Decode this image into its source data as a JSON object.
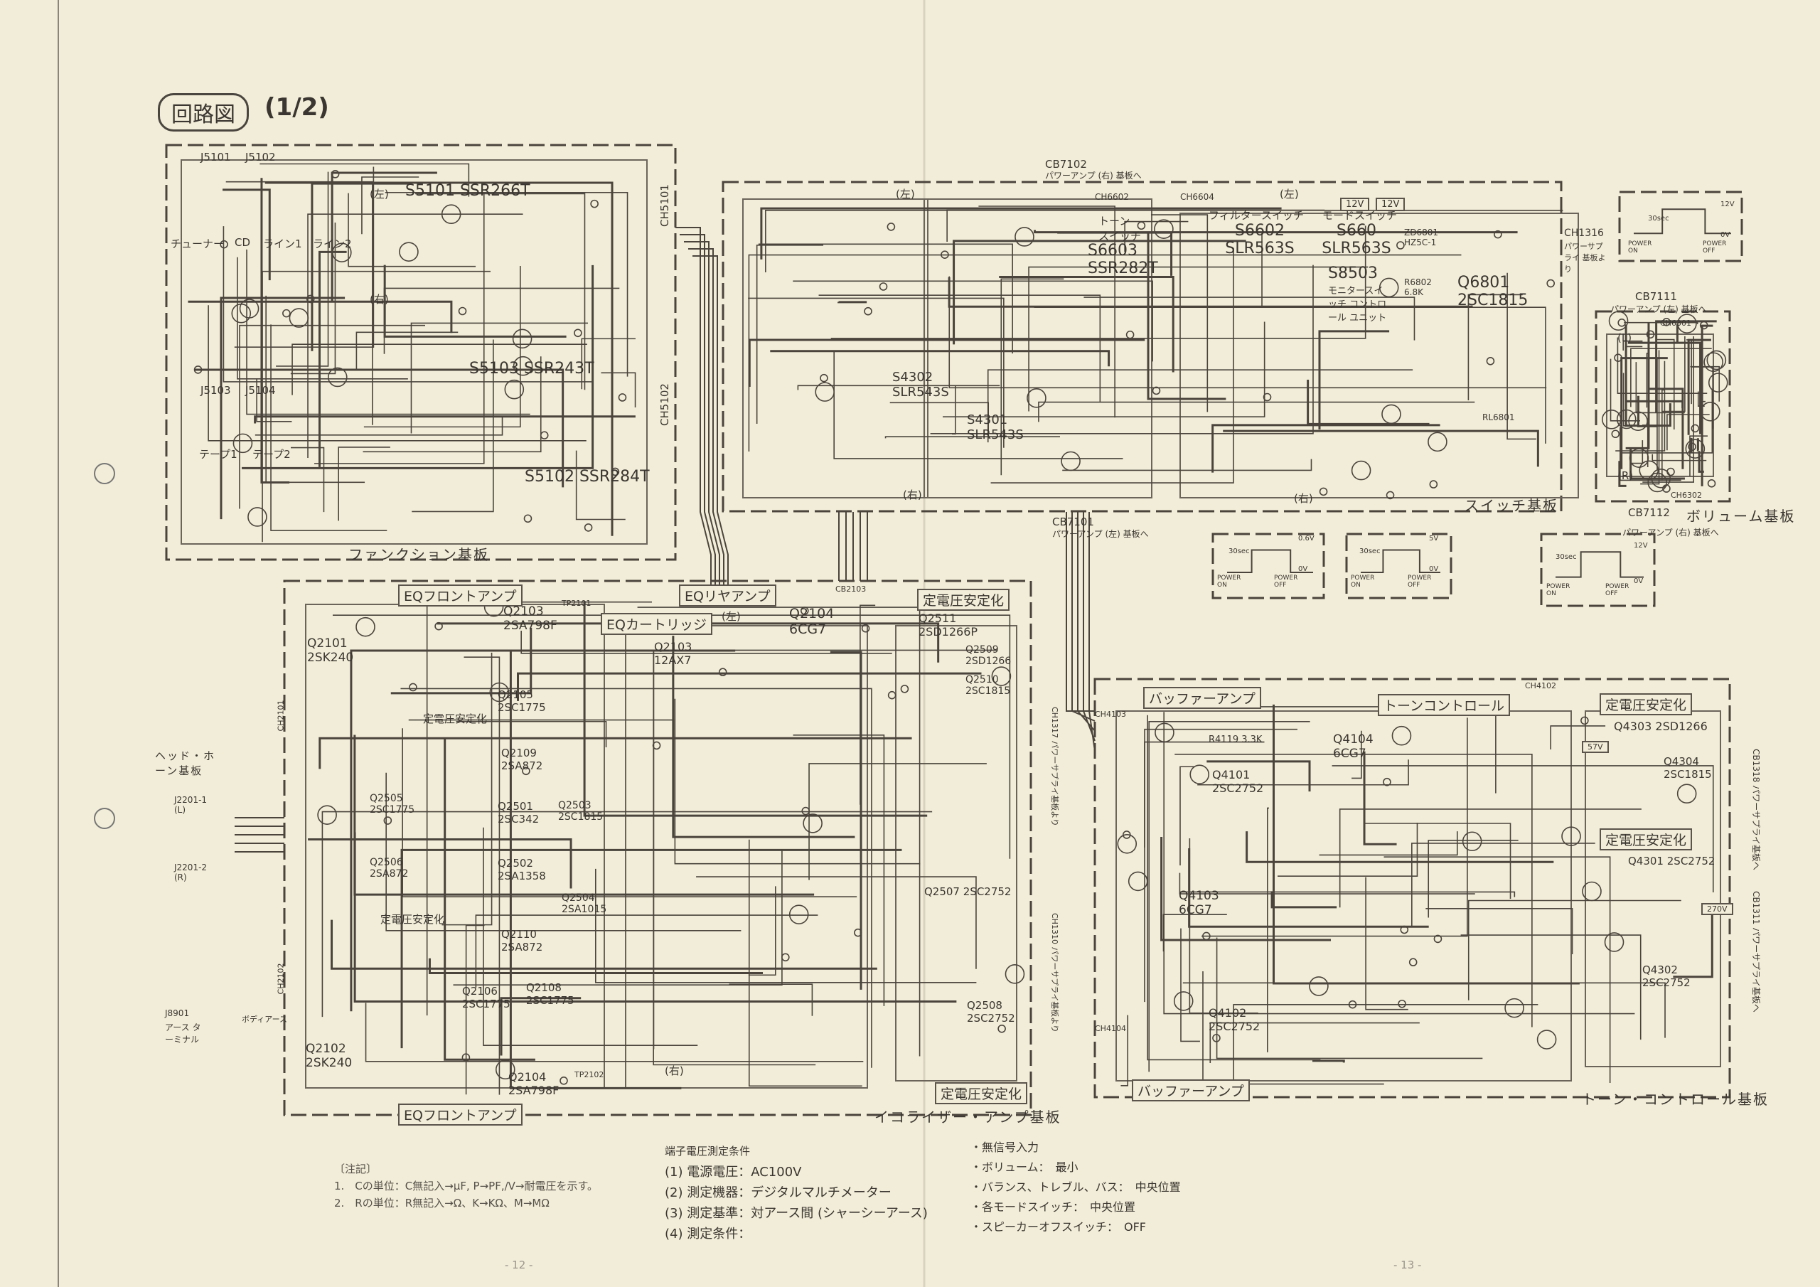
{
  "title": {
    "label": "回路図",
    "page": "(1/2)"
  },
  "boards": {
    "function": "ファンクション基板",
    "switch": "スイッチ基板",
    "volume": "ボリューム基板",
    "equalizer": "イコライザー・アンプ基板",
    "tone_control": "トーン・コントロール基板",
    "headphone": "ヘッド・ホーン基板"
  },
  "blocks": {
    "eq_front_top": "EQフロントアンプ",
    "eq_front_bottom": "EQフロントアンプ",
    "eq_rear": "EQリヤアンプ",
    "eq_cartridge": "EQカートリッジ",
    "regulator_eq_top": "定電圧安定化",
    "regulator_eq_bottom": "定電圧安定化",
    "regulator_eq_mid1": "定電圧安定化",
    "regulator_eq_mid2": "定電圧安定化",
    "buffer_top": "バッファーアンプ",
    "buffer_bottom": "バッファーアンプ",
    "tone_control": "トーンコントロール",
    "regulator_tone_top": "定電圧安定化",
    "regulator_tone_mid": "定電圧安定化"
  },
  "function_board": {
    "jacks_top": [
      "チューナー",
      "CD",
      "ライン1",
      "ライン2"
    ],
    "jacks_bottom": [
      "テープ1",
      "テープ2"
    ],
    "jack_ids": [
      "J5101",
      "J5102",
      "J5103",
      "J5104"
    ],
    "s5101": "S5101  SSR266T",
    "s5103": "S5103 SSR243T",
    "s5102": "S5102 SSR284T",
    "left": "(左)",
    "right": "(右)",
    "ch5101": "CH5101",
    "ch5102": "CH5102"
  },
  "switch_board": {
    "cb7102": "CB7102",
    "cb7102_to": "パワーアンプ (右) 基板へ",
    "ch6602": "CH6602",
    "ch6604": "CH6604",
    "tone_switch": "トーン スイッチ",
    "s6603": "S6603 SSR282T",
    "filter_switch": "フィルタースイッチ",
    "s6602": "S6602 SLR563S",
    "mode_switch": "モードスイッチ",
    "s6605": "S660 SLR563S",
    "s8503": "S8503",
    "monitor": "モニタースイッチ コントロール ユニット",
    "q6801": "Q6801 2SC1815",
    "zd6801": "ZD6801 HZ5C-1",
    "r6802": "R6802 6.8K",
    "ch1316": "CH1316",
    "ch1316_to": "パワーサプライ 基板より",
    "s4302": "S4302 SLR543S",
    "s4301": "S4301 SLR543S",
    "cb7101": "CB7101",
    "cb7101_to": "パワーアンプ (左) 基板へ",
    "rl6801": "RL6801",
    "left": "(左)",
    "right": "(右)",
    "v12a": "12V",
    "v12b": "12V",
    "v0": "0V"
  },
  "volume_board": {
    "cb7111": "CB7111",
    "cb7111_to": "パワーアンプ (左) 基板へ",
    "cb7112": "CB7112",
    "cb7112_to": "パワーアンプ (右) 基板へ",
    "ch6301": "CH6301",
    "ch6302": "CH6302",
    "l": "(L)",
    "r": "(R)"
  },
  "timing_graphs": [
    {
      "time": "30sec",
      "level_hi": "12V",
      "level_lo": "0V",
      "on": "POWER ON",
      "off": "POWER OFF"
    },
    {
      "time": "30sec",
      "level_hi": "0.6V",
      "level_lo": "0V",
      "on": "POWER ON",
      "off": "POWER OFF"
    },
    {
      "time": "30sec",
      "level_hi": "5V",
      "level_lo": "0V",
      "on": "POWER ON",
      "off": "POWER OFF"
    },
    {
      "time": "30sec",
      "level_hi": "12V",
      "level_lo": "0V",
      "on": "POWER ON",
      "off": "POWER OFF"
    }
  ],
  "eq_board": {
    "q2101": "Q2101 2SK240",
    "q2103": "Q2103 2SA798F",
    "q2105": "Q2105 2SC1775",
    "q2109": "Q2109 2SA872",
    "q2102v": "Q2103 12AX7",
    "q2104": "Q2104 6CG7",
    "q2511": "Q2511 2SD1266P",
    "q2509": "Q2509 2SD1266",
    "q2510": "Q2510 2SC1815",
    "q2505": "Q2505 2SC1775",
    "q2501": "Q2501 2SC342",
    "q2503": "Q2503 2SC1815",
    "q2506": "Q2506 2SA872",
    "q2502": "Q2502 2SA1358",
    "q2504": "Q2504 2SA1015",
    "q2507": "Q2507 2SC2752",
    "q2508": "Q2508 2SC2752",
    "q2110": "Q2110 2SA872",
    "q2106": "Q2106 2SC1775",
    "q2108": "Q2108 2SC1775",
    "q2102": "Q2102 2SK240",
    "q2104b": "Q2104 2SA798F",
    "tp2101": "TP2101",
    "tp2102": "TP2102",
    "cb2103": "CB2103",
    "ch2101": "CH2101",
    "ch2102": "CH2102",
    "j2201_1": "J2201-1 (L)",
    "j2201_2": "J2201-2 (R)",
    "j8901": "J8901",
    "earth": "アース ターミナル",
    "body_earth": "ボディアース",
    "left": "(左)",
    "right": "(右)",
    "ch1317": "CH1317 パワーサプライ基板より",
    "ch1310": "CH1310 パワーサプライ基板より"
  },
  "tone_board": {
    "ch4102": "CH4102",
    "ch4103": "CH4103",
    "ch4104": "CH4104",
    "q4101": "Q4101 2SC2752",
    "q4104": "Q4104 6CG7",
    "q4103": "Q4103 6CG7",
    "q4102": "Q4102 2SC2752",
    "q4303": "Q4303  2SD1266",
    "q4304": "Q4304 2SC1815",
    "q4301": "Q4301 2SC2752",
    "q4302": "Q4302 2SC2752",
    "r4119": "R4119 3.3K",
    "cb1318": "CB1318 パワーサプライ基板へ",
    "cb1311": "CB1311 パワーサプライ基板へ",
    "v57": "57V",
    "v270": "270V"
  },
  "notes": {
    "heading": "〔注記〕",
    "items": [
      "1.　Cの単位：C無記入→μF, P→PF,/V→耐電圧を示す。",
      "2.　Rの単位：R無記入→Ω、K→KΩ、M→MΩ"
    ]
  },
  "measurement": {
    "heading": "端子電圧測定条件",
    "items": [
      "(1) 電源電圧：AC100V",
      "(2) 測定機器：デジタルマルチメーター",
      "(3) 測定基準：対アース間 (シャーシーアース)",
      "(4) 測定条件："
    ],
    "conditions": [
      "・無信号入力",
      "・ボリューム：　最小",
      "・バランス、トレブル、バス：　中央位置",
      "・各モードスイッチ：　中央位置",
      "・スピーカーオフスイッチ：　OFF"
    ]
  },
  "page_numbers": [
    "- 12 -",
    "- 13 -"
  ],
  "colors": {
    "paper": "#f2edd8",
    "ink": "#3b3631"
  }
}
